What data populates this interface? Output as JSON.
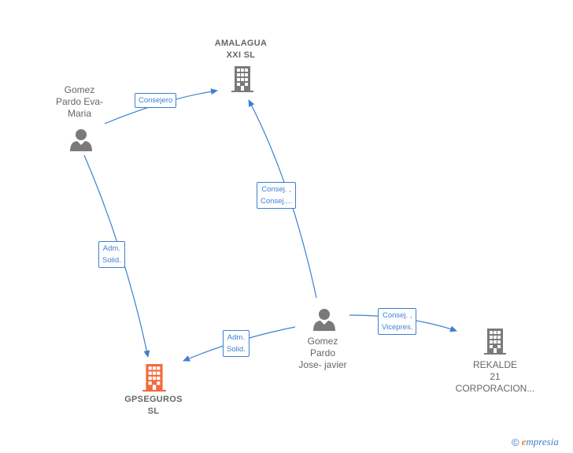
{
  "nodes": {
    "amalagua": {
      "label": "AMALAGUA\nXXI  SL",
      "type": "company"
    },
    "gomez_eva": {
      "label": "Gomez\nPardo Eva-\nMaria",
      "type": "person"
    },
    "gpseguros": {
      "label": "GPSEGUROS\nSL",
      "type": "company-focus"
    },
    "gomez_javier": {
      "label": "Gomez\nPardo\nJose- javier",
      "type": "person"
    },
    "rekalde": {
      "label": "REKALDE\n21\nCORPORACION...",
      "type": "company"
    }
  },
  "edges": {
    "e1": {
      "label": "Consejero"
    },
    "e2": {
      "label": "Adm.\nSolid."
    },
    "e3": {
      "label": "Consej. ,\nConsej...."
    },
    "e4": {
      "label": "Adm.\nSolid."
    },
    "e5": {
      "label": "Consej. ,\nVicepres."
    }
  },
  "colors": {
    "edge": "#3d7fd0",
    "icon_gray": "#7a7a7a",
    "icon_focus": "#f26a3d"
  },
  "footer": {
    "copyright": "©",
    "brand_initial": "e",
    "brand_rest": "mpresia"
  }
}
